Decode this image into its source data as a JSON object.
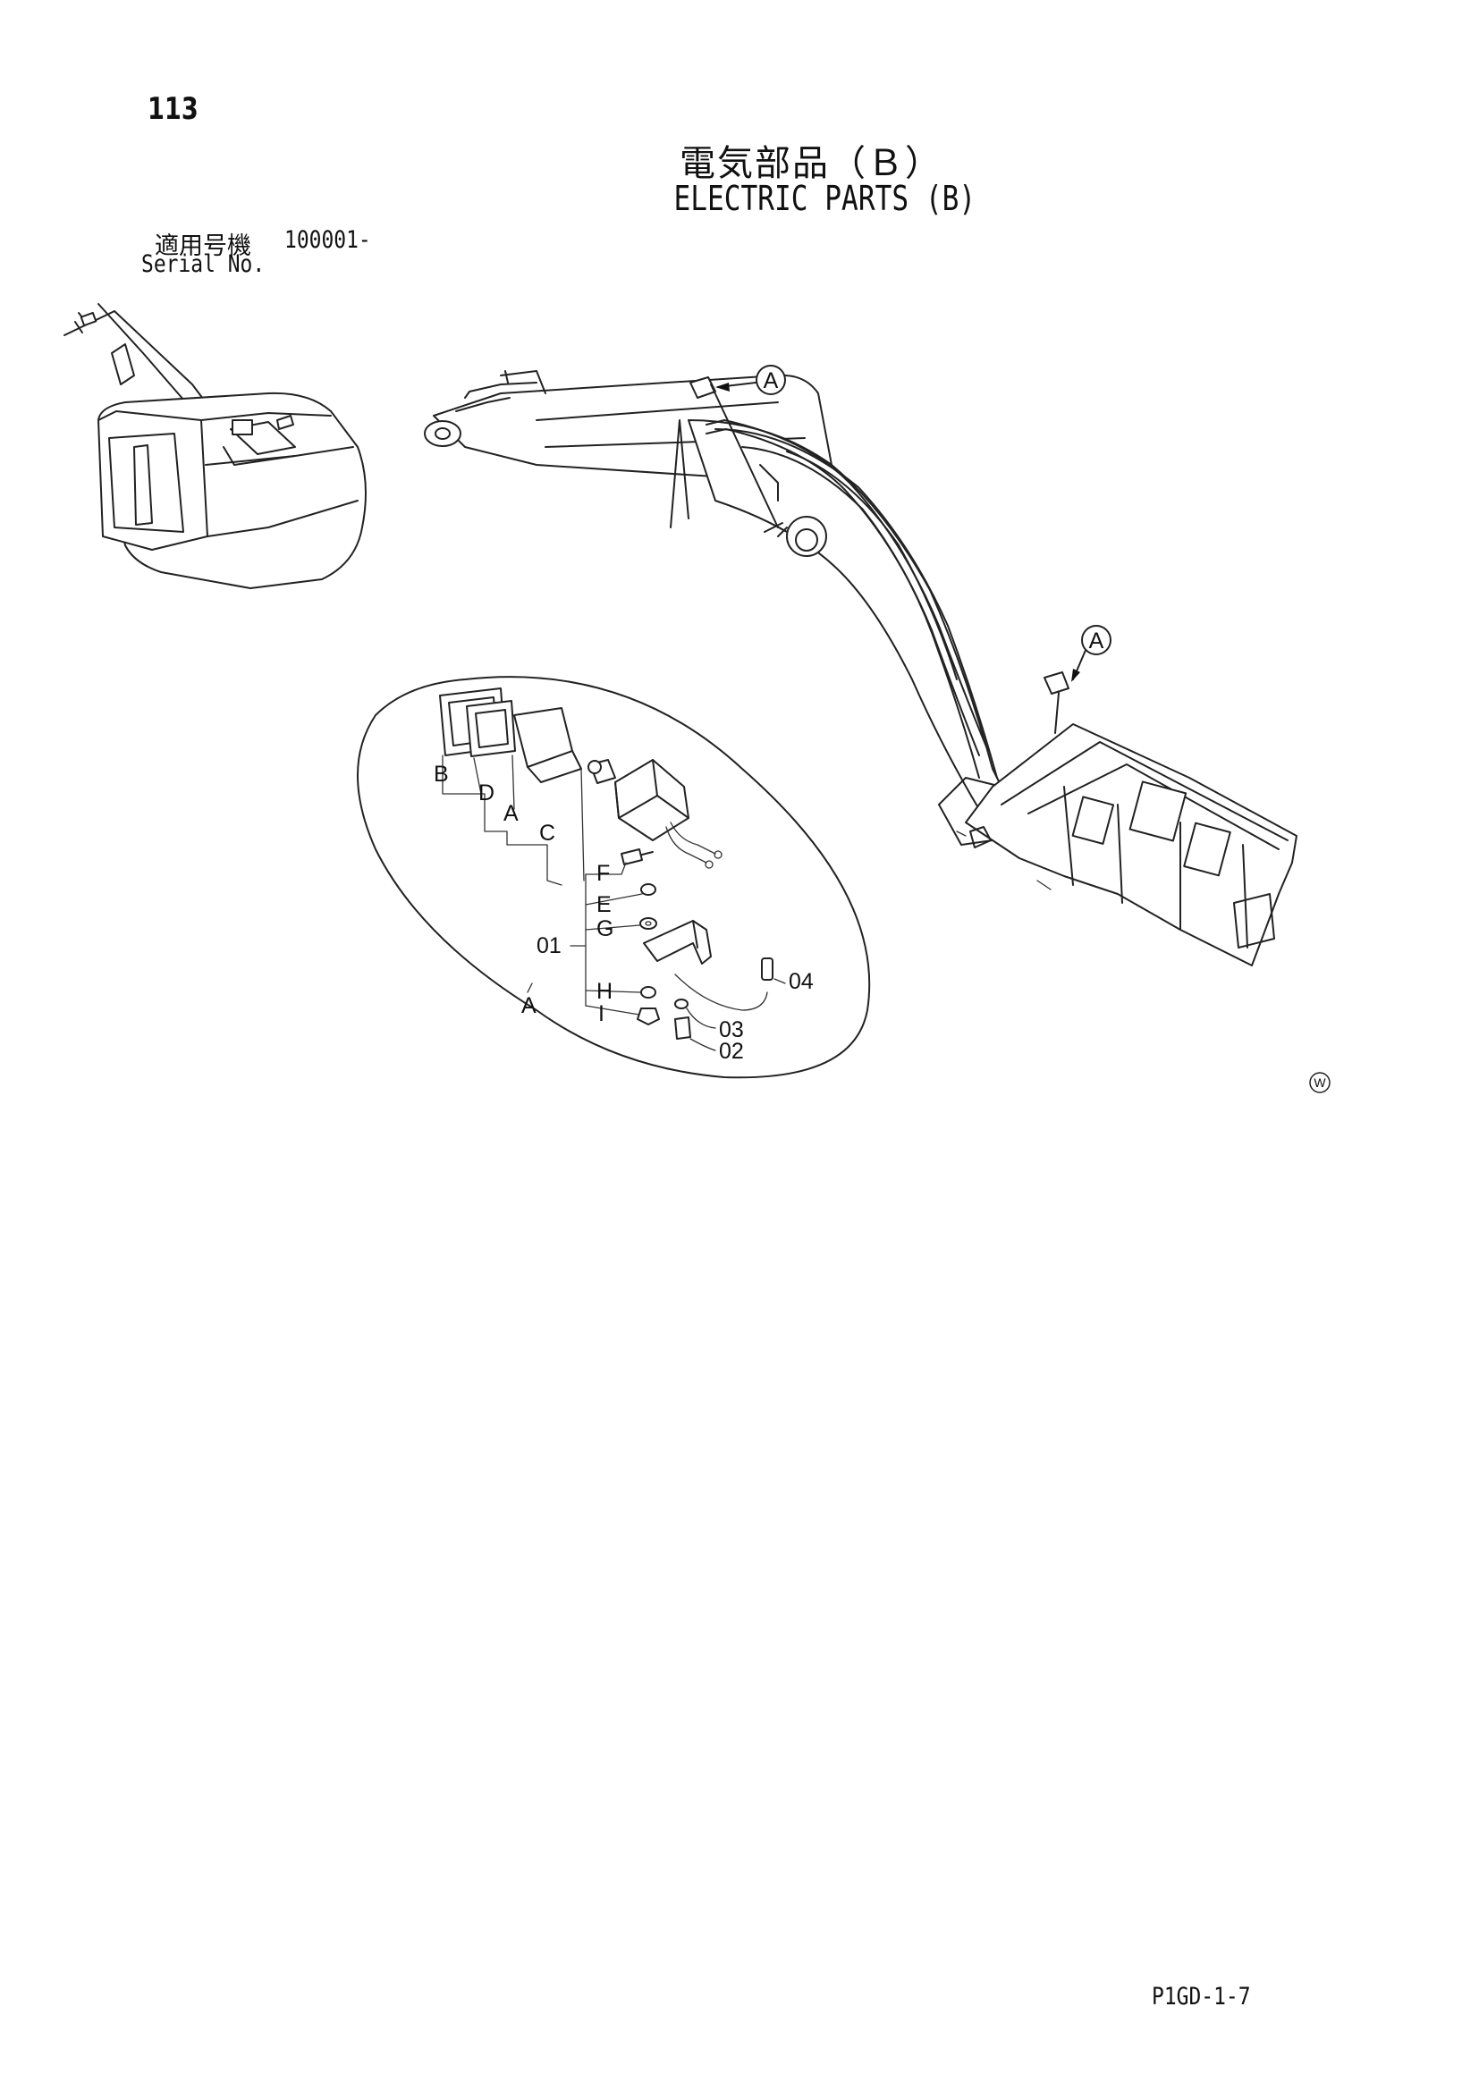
{
  "page": {
    "number": "113",
    "title_jp": "電気部品（Ｂ）",
    "title_en": "ELECTRIC PARTS (B)",
    "serial_label_jp": "適用号機",
    "serial_value": "100001-",
    "serial_label_en": "Serial No.",
    "footer_code": "P1GD-1-7"
  },
  "diagram": {
    "callouts": [
      {
        "id": "callout-a-top",
        "label": "A"
      },
      {
        "id": "callout-a-mid",
        "label": "A"
      }
    ],
    "detail_view": {
      "label": "A",
      "parts_group": "01",
      "sub_labels": [
        "B",
        "D",
        "A",
        "C",
        "F",
        "E",
        "G",
        "H",
        "I"
      ],
      "part_numbers": [
        "04",
        "03",
        "02"
      ]
    },
    "marker": "W"
  }
}
